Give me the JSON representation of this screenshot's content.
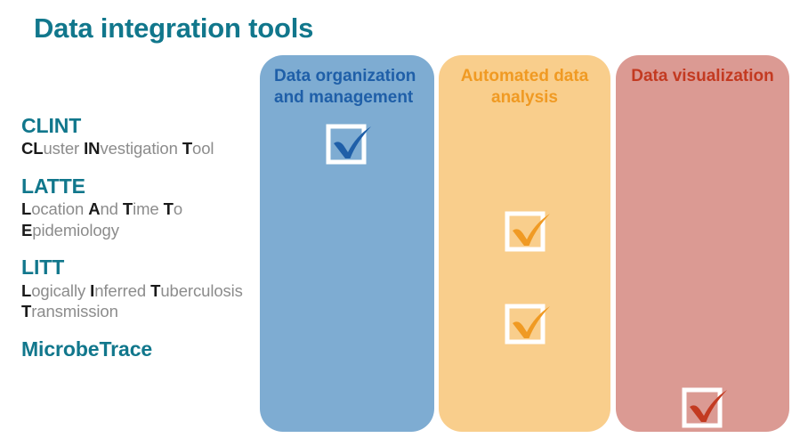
{
  "page": {
    "title": "Data integration tools"
  },
  "colors": {
    "title_teal": "#11778C",
    "column_blue_bg": "#7EACD2",
    "column_blue_text": "#1F5FA8",
    "column_orange_bg": "#F9CE8C",
    "column_orange_text": "#F09A23",
    "column_red_bg": "#DB9A93",
    "column_red_text": "#C33A21",
    "expansion_gray": "#8C8C8C",
    "expansion_bold": "#1A1A1A",
    "check_box_border": "#FFFFFF"
  },
  "tools": [
    {
      "name": "CLINT",
      "expansion_parts": [
        {
          "text": "CL",
          "bold": true
        },
        {
          "text": "uster ",
          "bold": false
        },
        {
          "text": "IN",
          "bold": true
        },
        {
          "text": "vestigation ",
          "bold": false
        },
        {
          "text": "T",
          "bold": true
        },
        {
          "text": "ool",
          "bold": false
        }
      ]
    },
    {
      "name": "LATTE",
      "expansion_parts": [
        {
          "text": "L",
          "bold": true
        },
        {
          "text": "ocation ",
          "bold": false
        },
        {
          "text": "A",
          "bold": true
        },
        {
          "text": "nd ",
          "bold": false
        },
        {
          "text": "T",
          "bold": true
        },
        {
          "text": "ime ",
          "bold": false
        },
        {
          "text": "T",
          "bold": true
        },
        {
          "text": "o ",
          "bold": false
        },
        {
          "text": "E",
          "bold": true
        },
        {
          "text": "pidemiology",
          "bold": false
        }
      ]
    },
    {
      "name": "LITT",
      "expansion_parts": [
        {
          "text": "L",
          "bold": true
        },
        {
          "text": "ogically ",
          "bold": false
        },
        {
          "text": "I",
          "bold": true
        },
        {
          "text": "nferred ",
          "bold": false
        },
        {
          "text": "T",
          "bold": true
        },
        {
          "text": "uberculosis ",
          "bold": false
        },
        {
          "text": "T",
          "bold": true
        },
        {
          "text": "ransmission",
          "bold": false
        }
      ]
    },
    {
      "name": "MicrobeTrace",
      "expansion_parts": []
    }
  ],
  "columns": [
    {
      "id": "data-organization-and-management",
      "header": "Data organization and management",
      "check_color": "#1F5FA8"
    },
    {
      "id": "automated-data-analysis",
      "header": "Automated data analysis",
      "check_color": "#F09A23"
    },
    {
      "id": "data-visualization",
      "header": "Data visualization",
      "check_color": "#C33A21"
    }
  ],
  "checks": [
    {
      "tool": "CLINT",
      "column": "data-organization-and-management",
      "color": "#1F5FA8",
      "icon": "check-mark-icon"
    },
    {
      "tool": "LATTE",
      "column": "automated-data-analysis",
      "color": "#F09A23",
      "icon": "check-mark-icon"
    },
    {
      "tool": "LITT",
      "column": "automated-data-analysis",
      "color": "#F09A23",
      "icon": "check-mark-icon"
    },
    {
      "tool": "MicrobeTrace",
      "column": "data-visualization",
      "color": "#C33A21",
      "icon": "check-mark-icon"
    }
  ]
}
